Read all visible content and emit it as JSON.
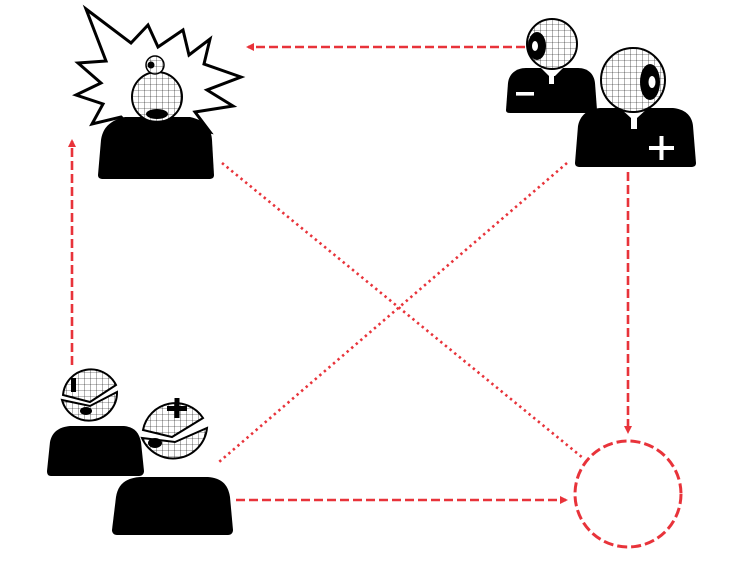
{
  "colors": {
    "background": "#ffffff",
    "figure": "#000000",
    "arrow": "#e8333a"
  },
  "figures": [
    {
      "id": "top-left",
      "description_icon": "person-exploding-head-icon",
      "sign": ""
    },
    {
      "id": "top-right-minus",
      "description_icon": "person-eyeball-head-icon",
      "sign": "−"
    },
    {
      "id": "top-right-plus",
      "description_icon": "person-eyeball-head-icon",
      "sign": "+"
    },
    {
      "id": "bottom-left-minus",
      "description_icon": "person-split-head-icon",
      "sign": "−"
    },
    {
      "id": "bottom-left-plus",
      "description_icon": "person-split-head-icon",
      "sign": "+"
    }
  ],
  "target": {
    "icon": "empty-circle-icon"
  }
}
